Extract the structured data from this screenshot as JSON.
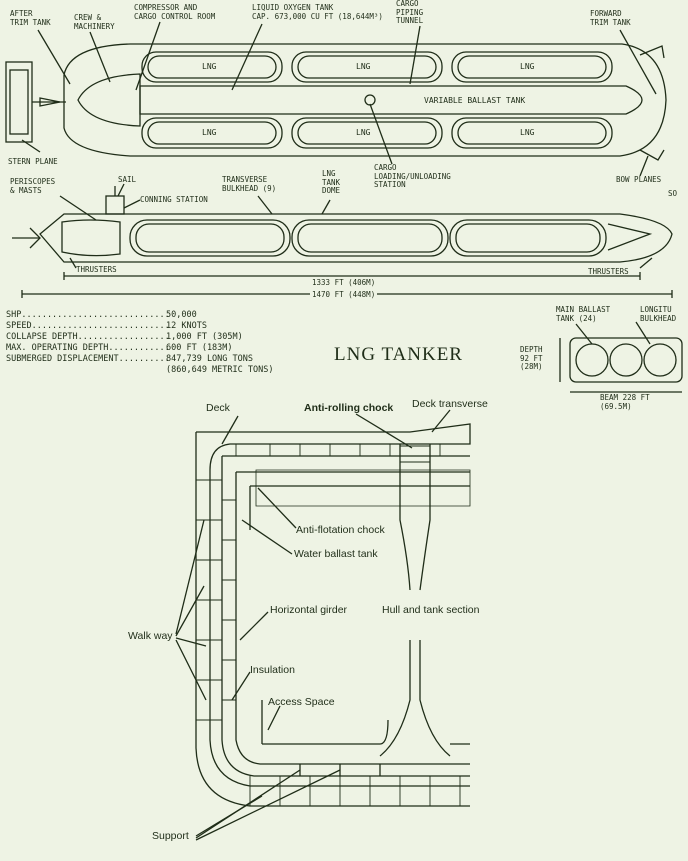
{
  "tanker": {
    "top_labels": {
      "after_trim_tank": "AFTER\nTRIM TANK",
      "crew_machinery": "CREW &\nMACHINERY",
      "compressor_room": "COMPRESSOR AND\nCARGO CONTROL ROOM",
      "liquid_oxygen_tank": "LIQUID OXYGEN TANK\nCAP. 673,000 CU FT (18,644M³)",
      "cargo_piping_tunnel": "CARGO\nPIPING\nTUNNEL",
      "forward_trim_tank": "FORWARD\nTRIM TANK",
      "variable_ballast_tank": "VARIABLE BALLAST TANK",
      "stern_plane": "STERN PLANE",
      "bow_planes": "BOW PLANES",
      "cargo_loading_station": "CARGO\nLOADING/UNLOADING\nSTATION",
      "lng_tank_label": "LNG"
    },
    "side_labels": {
      "periscopes_masts": "PERISCOPES\n& MASTS",
      "sail": "SAIL",
      "conning_station": "CONNING STATION",
      "transverse_bulkhead": "TRANSVERSE\nBULKHEAD (9)",
      "lng_tank_dome": "LNG\nTANK\nDOME",
      "sonar": "SO",
      "thrusters_aft": "THRUSTERS",
      "thrusters_fwd": "THRUSTERS"
    },
    "dimensions": {
      "length_inner": "1333 FT (406M)",
      "length_overall": "1470 FT (448M)"
    },
    "specs": [
      {
        "key": "SHP.............................",
        "value": "50,000"
      },
      {
        "key": "SPEED...........................",
        "value": "12 KNOTS"
      },
      {
        "key": "COLLAPSE DEPTH..................",
        "value": "1,000 FT (305M)"
      },
      {
        "key": "MAX. OPERATING DEPTH............",
        "value": "600 FT (183M)"
      },
      {
        "key": "SUBMERGED DISPLACEMENT..........",
        "value": "847,739 LONG TONS\n(860,649 METRIC TONS)"
      }
    ],
    "title": "LNG TANKER",
    "section": {
      "main_ballast_tank": "MAIN BALLAST\nTANK (24)",
      "longitudinal_bulkhead": "LONGITU\nBULKHEAD",
      "depth": "DEPTH\n92 FT\n(28M)",
      "beam": "BEAM 228 FT\n(69.5M)"
    }
  },
  "hull_section": {
    "deck": "Deck",
    "anti_rolling_chock": "Anti-rolling chock",
    "deck_transverse": "Deck transverse",
    "anti_flotation_chock": "Anti-flotation chock",
    "water_ballast_tank": "Water ballast tank",
    "horizontal_girder": "Horizontal girder",
    "hull_and_tank_section": "Hull and tank section",
    "walk_way": "Walk way",
    "insulation": "Insulation",
    "access_space": "Access Space",
    "support": "Support"
  }
}
